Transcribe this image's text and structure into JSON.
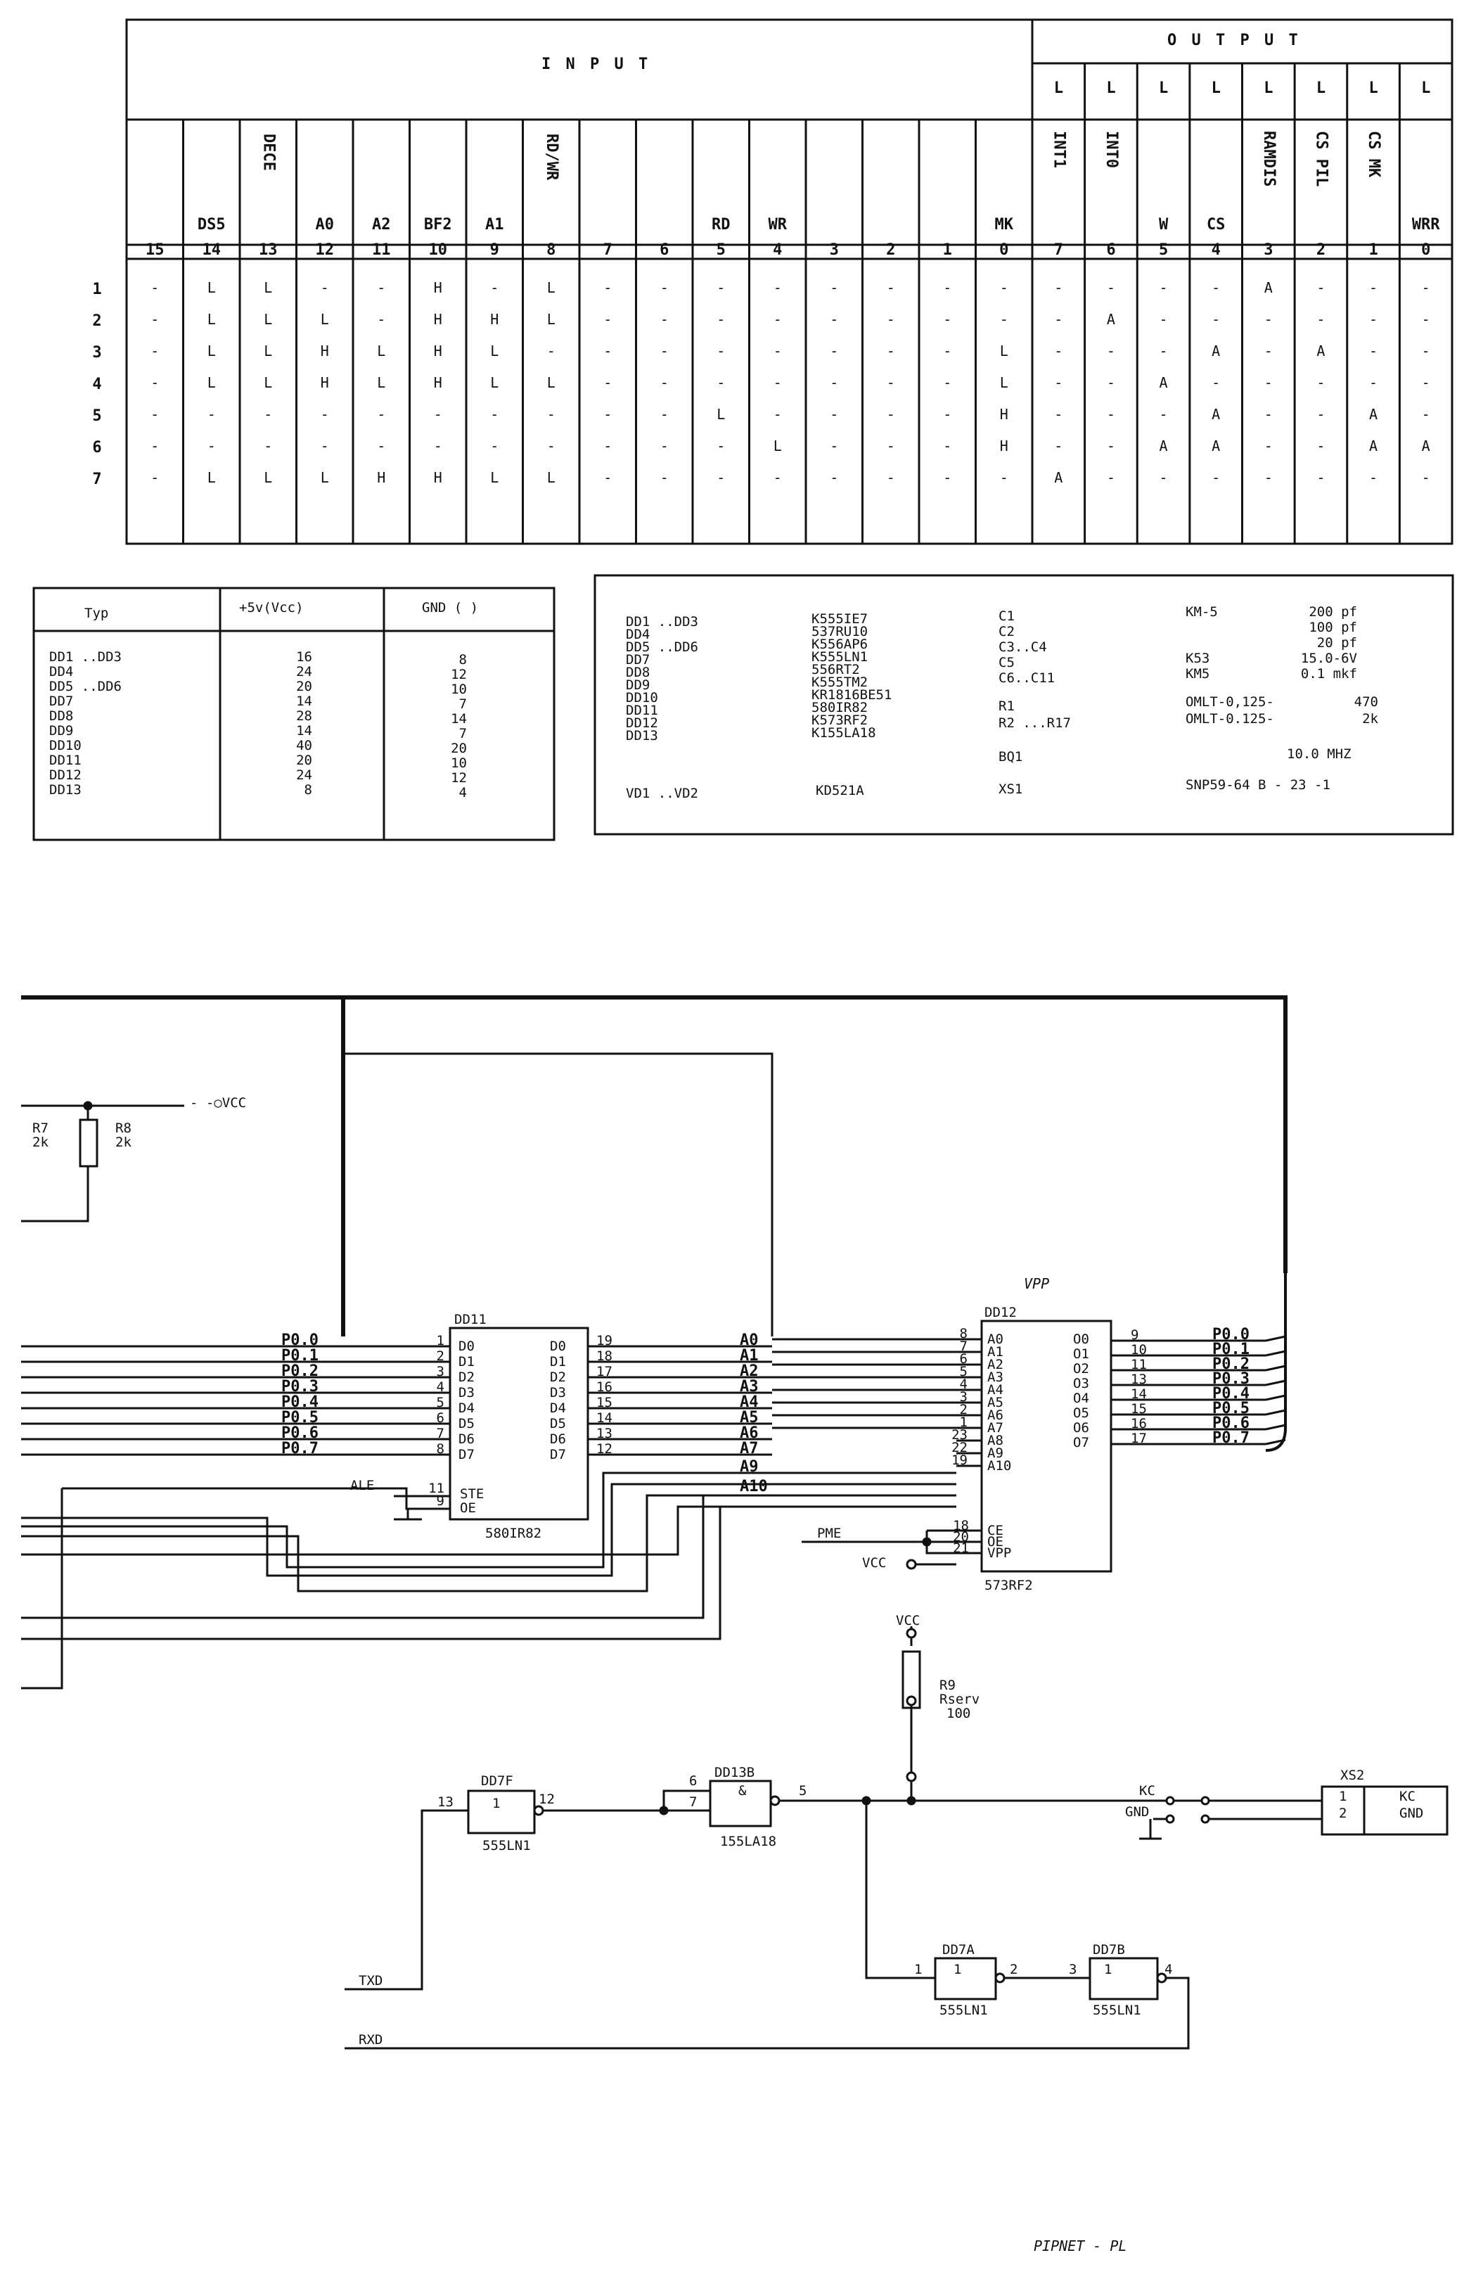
{
  "truth_table": {
    "input_title": "I N P U T",
    "output_title": "O U T P U T",
    "output_levels": [
      "L",
      "L",
      "L",
      "L",
      "L",
      "L",
      "L",
      "L"
    ],
    "input_signals": [
      "",
      "DS5",
      "DECE",
      "A0",
      "A2",
      "BF2",
      "A1",
      "RD/WR",
      "",
      "",
      "RD",
      "WR",
      "",
      "",
      "",
      "MK"
    ],
    "input_bits": [
      "15",
      "14",
      "13",
      "12",
      "11",
      "10",
      "9",
      "8",
      "7",
      "6",
      "5",
      "4",
      "3",
      "2",
      "1",
      "0"
    ],
    "output_signals": [
      "INT1",
      "INT0",
      "W",
      "CS",
      "RAMDIS",
      "CS PIL",
      "CS MK",
      "WRR"
    ],
    "output_bits": [
      "7",
      "6",
      "5",
      "4",
      "3",
      "2",
      "1",
      "0"
    ],
    "row_numbers": [
      "1",
      "2",
      "3",
      "4",
      "5",
      "6",
      "7"
    ],
    "rows": [
      {
        "in": [
          "-",
          "L",
          "L",
          "-",
          "-",
          "H",
          "-",
          "L",
          "-",
          "-",
          "-",
          "-",
          "-",
          "-",
          "-",
          "-"
        ],
        "out": [
          "-",
          "-",
          "-",
          "-",
          "A",
          "-",
          "-",
          "-"
        ]
      },
      {
        "in": [
          "-",
          "L",
          "L",
          "L",
          "-",
          "H",
          "H",
          "L",
          "-",
          "-",
          "-",
          "-",
          "-",
          "-",
          "-",
          "-"
        ],
        "out": [
          "-",
          "A",
          "-",
          "-",
          "-",
          "-",
          "-",
          "-"
        ]
      },
      {
        "in": [
          "-",
          "L",
          "L",
          "H",
          "L",
          "H",
          "L",
          "-",
          "-",
          "-",
          "-",
          "-",
          "-",
          "-",
          "-",
          "L"
        ],
        "out": [
          "-",
          "-",
          "-",
          "A",
          "-",
          "A",
          "-",
          "-"
        ]
      },
      {
        "in": [
          "-",
          "L",
          "L",
          "H",
          "L",
          "H",
          "L",
          "L",
          "-",
          "-",
          "-",
          "-",
          "-",
          "-",
          "-",
          "L"
        ],
        "out": [
          "-",
          "-",
          "A",
          "-",
          "-",
          "-",
          "-",
          "-"
        ]
      },
      {
        "in": [
          "-",
          "-",
          "-",
          "-",
          "-",
          "-",
          "-",
          "-",
          "-",
          "-",
          "L",
          "-",
          "-",
          "-",
          "-",
          "H"
        ],
        "out": [
          "-",
          "-",
          "-",
          "A",
          "-",
          "-",
          "A",
          "-"
        ]
      },
      {
        "in": [
          "-",
          "-",
          "-",
          "-",
          "-",
          "-",
          "-",
          "-",
          "-",
          "-",
          "-",
          "L",
          "-",
          "-",
          "-",
          "H"
        ],
        "out": [
          "-",
          "-",
          "A",
          "A",
          "-",
          "-",
          "A",
          "A"
        ]
      },
      {
        "in": [
          "-",
          "L",
          "L",
          "L",
          "H",
          "H",
          "L",
          "L",
          "-",
          "-",
          "-",
          "-",
          "-",
          "-",
          "-",
          "-"
        ],
        "out": [
          "A",
          "-",
          "-",
          "-",
          "-",
          "-",
          "-",
          "-"
        ]
      }
    ]
  },
  "power_table": {
    "headers": [
      "Typ",
      "+5v(Vcc)",
      "GND (    )"
    ],
    "rows": [
      [
        "DD1 ..DD3",
        "16",
        "8"
      ],
      [
        "DD4",
        "24",
        "12"
      ],
      [
        "DD5 ..DD6",
        "20",
        "10"
      ],
      [
        "DD7",
        "14",
        "7"
      ],
      [
        "DD8",
        "28",
        "14"
      ],
      [
        "DD9",
        "14",
        "7"
      ],
      [
        "DD10",
        "40",
        "20"
      ],
      [
        "DD11",
        "20",
        "10"
      ],
      [
        "DD12",
        "24",
        "12"
      ],
      [
        "DD13",
        "8",
        "4"
      ]
    ]
  },
  "parts_list": {
    "chips": [
      [
        "DD1 ..DD3",
        "K555IE7"
      ],
      [
        "DD4",
        "537RU10"
      ],
      [
        "DD5 ..DD6",
        "K556AP6"
      ],
      [
        "DD7",
        "K555LN1"
      ],
      [
        "DD8",
        "556RT2"
      ],
      [
        "DD9",
        "K555TM2"
      ],
      [
        "DD10",
        "KR1816BE51"
      ],
      [
        "DD11",
        "580IR82"
      ],
      [
        "DD12",
        "K573RF2"
      ],
      [
        "DD13",
        "K155LA18"
      ]
    ],
    "diodes": [
      "VD1 ..VD2",
      "KD521A"
    ],
    "capacitors": [
      [
        "C1",
        "KM-5",
        "200 pf"
      ],
      [
        "C2",
        "",
        "100 pf"
      ],
      [
        "C3..C4",
        "",
        "20 pf"
      ],
      [
        "C5",
        "K53",
        "15.0-6V"
      ],
      [
        "C6..C11",
        "KM5",
        "0.1 mkf"
      ]
    ],
    "resistors": [
      [
        "R1",
        "OMLT-0,125-",
        "470"
      ],
      [
        "R2 ...R17",
        "OMLT-0.125-",
        "2k"
      ]
    ],
    "quartz": [
      "BQ1",
      "10.0 MHZ"
    ],
    "connector": [
      "XS1",
      "SNP59-64 B - 23 -1"
    ]
  },
  "schematic": {
    "vcc_label": "VCC",
    "r7": [
      "R7",
      "2k"
    ],
    "r8": [
      "R8",
      "2k"
    ],
    "dd11": {
      "ref": "DD11",
      "type": "580IR82",
      "in_pins": [
        "1",
        "2",
        "3",
        "4",
        "5",
        "6",
        "7",
        "8"
      ],
      "in_names": [
        "D0",
        "D1",
        "D2",
        "D3",
        "D4",
        "D5",
        "D6",
        "D7"
      ],
      "out_names": [
        "D0",
        "D1",
        "D2",
        "D3",
        "D4",
        "D5",
        "D6",
        "D7"
      ],
      "out_pins": [
        "19",
        "18",
        "17",
        "16",
        "15",
        "14",
        "13",
        "12"
      ],
      "ctl_pins": [
        "11",
        "9"
      ],
      "ctl_names": [
        "STE",
        "OE"
      ],
      "ale": "ALE"
    },
    "p0_labels": [
      "P0.0",
      "P0.1",
      "P0.2",
      "P0.3",
      "P0.4",
      "P0.5",
      "P0.6",
      "P0.7"
    ],
    "addr_labels": [
      "A0",
      "A1",
      "A2",
      "A3",
      "A4",
      "A5",
      "A6",
      "A7",
      "A9",
      "A10"
    ],
    "dd12": {
      "ref": "DD12",
      "type": "573RF2",
      "vpp_hand": "VPP",
      "addr_pins": [
        "8",
        "7",
        "6",
        "5",
        "4",
        "3",
        "2",
        "1",
        "23",
        "22",
        "19"
      ],
      "addr_names": [
        "A0",
        "A1",
        "A2",
        "A3",
        "A4",
        "A5",
        "A6",
        "A7",
        "A8",
        "A9",
        "A10"
      ],
      "ctl_pins": [
        "18",
        "20",
        "21"
      ],
      "ctl_names": [
        "CE",
        "OE",
        "VPP"
      ],
      "out_names": [
        "O0",
        "O1",
        "O2",
        "O3",
        "O4",
        "O5",
        "O6",
        "O7"
      ],
      "out_pins": [
        "9",
        "10",
        "11",
        "13",
        "14",
        "15",
        "16",
        "17"
      ],
      "pme": "PME",
      "vcc": "VCC"
    },
    "r9": [
      "R9",
      "Rserv",
      "100"
    ],
    "dd7f": [
      "DD7F",
      "1",
      "13",
      "12",
      "555LN1"
    ],
    "dd13b": [
      "DD13B",
      "&",
      "6",
      "7",
      "5",
      "155LA18"
    ],
    "dd7a": [
      "DD7A",
      "1",
      "1",
      "2",
      "555LN1"
    ],
    "dd7b": [
      "DD7B",
      "1",
      "3",
      "4",
      "555LN1"
    ],
    "kc": [
      "KC",
      "GND"
    ],
    "xs2": [
      "XS2",
      "1",
      "2",
      "KC",
      "GND"
    ],
    "txd": "TXD",
    "rxd": "RXD",
    "signature": "PIPNET - PL"
  }
}
